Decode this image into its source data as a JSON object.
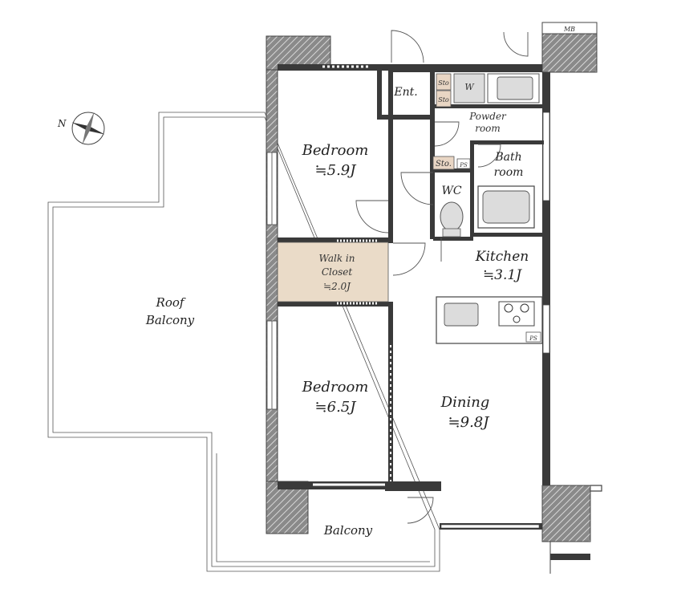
{
  "rooms": {
    "bedroom1": {
      "name": "Bedroom",
      "size": "≒5.9J"
    },
    "bedroom2": {
      "name": "Bedroom",
      "size": "≒6.5J"
    },
    "walk_in_closet": {
      "line1": "Walk in",
      "line2": "Closet",
      "size": "≒2.0J"
    },
    "kitchen": {
      "name": "Kitchen",
      "size": "≒3.1J"
    },
    "dining": {
      "name": "Dining",
      "size": "≒9.8J"
    },
    "roof_balcony": {
      "line1": "Roof",
      "line2": "Balcony"
    },
    "balcony": {
      "name": "Balcony"
    },
    "entrance": {
      "name": "Ent."
    },
    "powder_room": {
      "line1": "Powder",
      "line2": "room"
    },
    "bathroom": {
      "line1": "Bath",
      "line2": "room"
    },
    "wc": {
      "name": "WC"
    }
  },
  "labels": {
    "storage_small_1": "Sto",
    "storage_small_2": "Sto",
    "storage": "Sto.",
    "washer": "W",
    "ps1": "PS",
    "ps2": "PS",
    "mb": "MB"
  },
  "compass": {
    "north": "N"
  },
  "colors": {
    "wall": "#3a3a3a",
    "storage": "#e9d6c4",
    "closet": "#eadbc8"
  }
}
